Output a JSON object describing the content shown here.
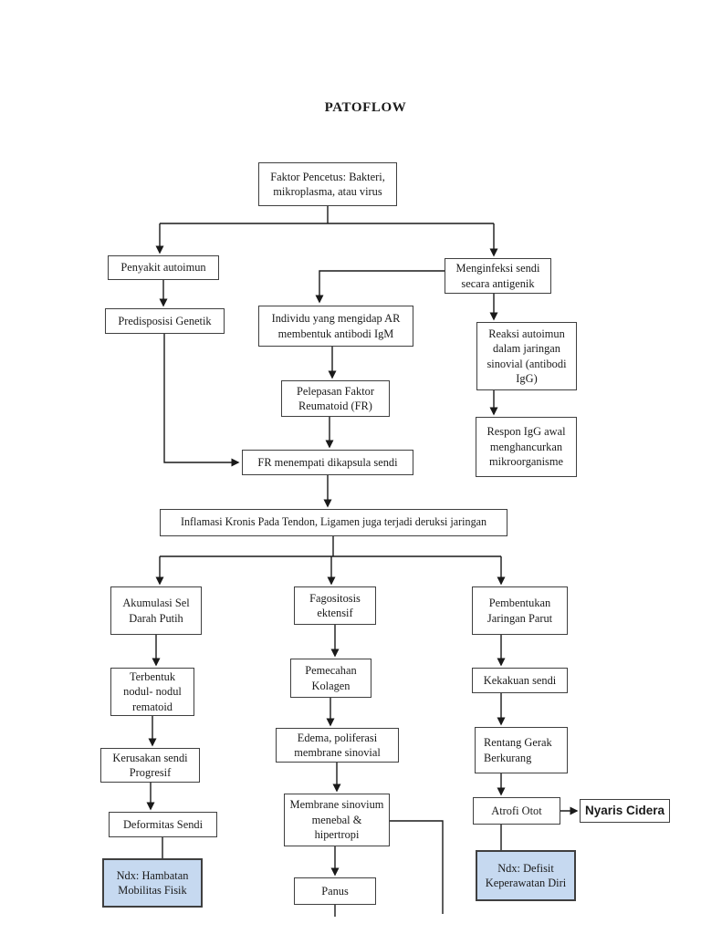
{
  "page": {
    "title": "PATOFLOW"
  },
  "colors": {
    "background": "#ffffff",
    "box_border": "#3f3f3f",
    "line": "#1a1a1a",
    "ndx_fill": "#c6d9f0"
  },
  "nodes": {
    "faktor_pencetus": "Faktor Pencetus: Bakteri, mikroplasma, atau virus",
    "penyakit_autoimun": "Penyakit autoimun",
    "menginfeksi_sendi": "Menginfeksi sendi secara antigenik",
    "predisposisi_genetik": "Predisposisi Genetik",
    "individu_ar": "Individu yang mengidap AR membentuk antibodi IgM",
    "reaksi_autoimun": "Reaksi autoimun dalam jaringan sinovial (antibodi IgG)",
    "pelepasan_fr": "Pelepasan Faktor Reumatoid (FR)",
    "respon_igg": "Respon IgG awal menghancurkan mikroorganisme",
    "fr_menempati": "FR menempati dikapsula sendi",
    "inflamasi_kronis": "Inflamasi Kronis Pada Tendon, Ligamen juga terjadi deruksi jaringan",
    "akumulasi_sel": "Akumulasi Sel Darah Putih",
    "fagositosis": "Fagositosis ektensif",
    "pembentukan_jaringan": "Pembentukan Jaringan Parut",
    "terbentuk_nodul": "Terbentuk nodul- nodul rematoid",
    "pemecahan_kolagen": "Pemecahan Kolagen",
    "kekakuan_sendi": "Kekakuan sendi",
    "kerusakan_sendi": "Kerusakan sendi Progresif",
    "edema_poliferasi": "Edema, poliferasi membrane sinovial",
    "rentang_gerak": "Rentang Gerak Berkurang",
    "deformitas_sendi": "Deformitas Sendi",
    "membrane_sinovium": "Membrane sinovium menebal & hipertropi",
    "atrofi_otot": "Atrofi Otot",
    "nyaris_cidera": "Nyaris Cidera",
    "ndx_hambatan": "Ndx: Hambatan Mobilitas Fisik",
    "panus": "Panus",
    "ndx_defisit": "Ndx: Defisit Keperawatan Diri"
  }
}
